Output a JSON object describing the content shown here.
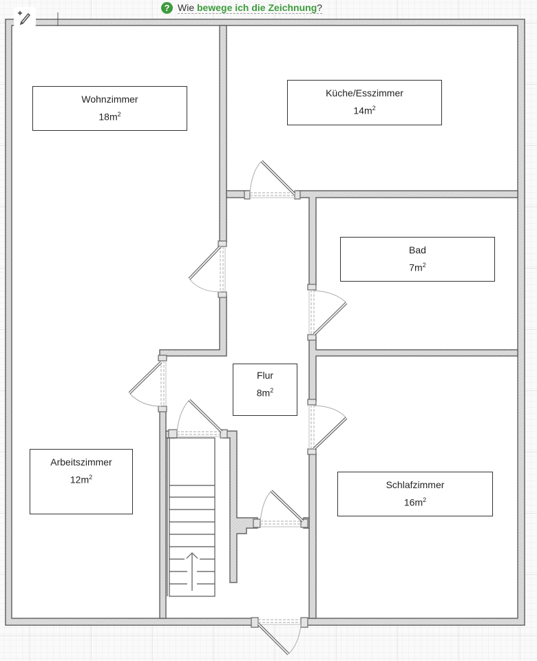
{
  "help": {
    "icon": "question-circle-icon",
    "prefix": "Wie ",
    "link": "bewege ich die Zeichnung",
    "suffix": "?"
  },
  "toolbar": {
    "tool_icon": "magic-pen-icon"
  },
  "rooms": [
    {
      "name": "Wohnzimmer",
      "area": "18m",
      "unit_sup": "2"
    },
    {
      "name": "Küche/Esszimmer",
      "area": "14m",
      "unit_sup": "2"
    },
    {
      "name": "Bad",
      "area": "7m",
      "unit_sup": "2"
    },
    {
      "name": "Flur",
      "area": "8m",
      "unit_sup": "2"
    },
    {
      "name": "Arbeitszimmer",
      "area": "12m",
      "unit_sup": "2"
    },
    {
      "name": "Schlafzimmer",
      "area": "16m",
      "unit_sup": "2"
    }
  ],
  "colors": {
    "accent": "#3d9b3d",
    "wall_fill": "#d8d8d8",
    "wall_stroke": "#666666",
    "grid_minor": "#ececec",
    "grid_major": "#dddddd"
  }
}
